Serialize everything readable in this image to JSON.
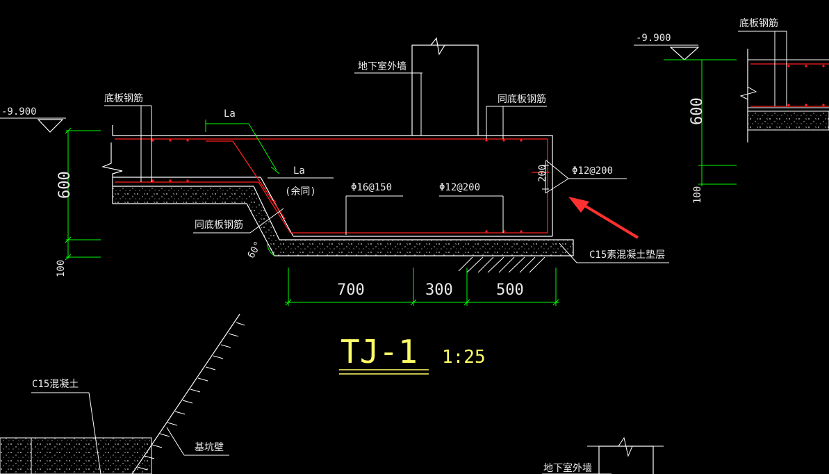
{
  "drawing": {
    "title": "TJ-1",
    "scale": "1:25",
    "elevation_left": "-9.900",
    "elevation_right": "-9.900",
    "label_bottom_rebar_left": "底板钢筋",
    "label_bottom_rebar_right": "底板钢筋",
    "label_basement_wall": "地下室外墙",
    "label_basement_wall_bottom": "地下室外墙",
    "label_same_bottom_rebar_top": "同底板钢筋",
    "label_same_bottom_rebar_left": "同底板钢筋",
    "label_la_1": "La",
    "label_la_2": "La",
    "label_la_note": "(余同)",
    "rebar_1": "Φ16@150",
    "rebar_2": "Φ12@200",
    "rebar_3": "Φ12@200",
    "label_cushion": "C15素混凝土垫层",
    "label_c15": "C15混凝土",
    "label_pit_wall": "基坑壁",
    "angle": "60°",
    "dim_600_left": "600",
    "dim_100_left": "100",
    "dim_600_right": "600",
    "dim_100_right": "100",
    "dim_200": "200",
    "dim_700": "700",
    "dim_300": "300",
    "dim_500": "500"
  },
  "colors": {
    "background": "#000000",
    "outline": "#ffffff",
    "rebar": "#ff2020",
    "dimension": "#00ff00",
    "title": "#ffff66",
    "arrow": "#ff3030"
  }
}
